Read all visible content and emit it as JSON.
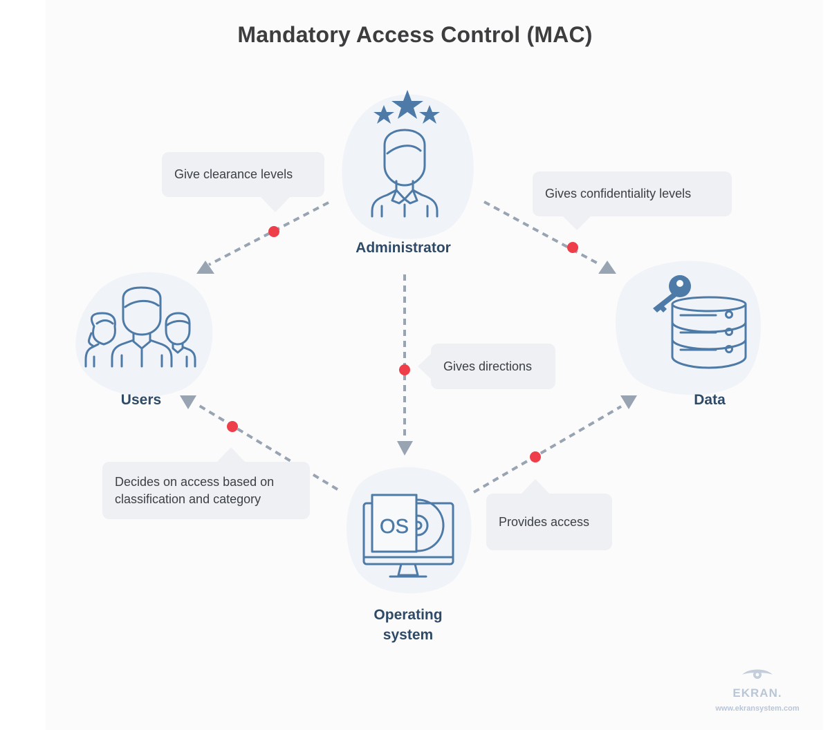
{
  "title": "Mandatory Access Control (MAC)",
  "nodes": {
    "administrator": "Administrator",
    "users": "Users",
    "data": "Data",
    "os": "Operating system",
    "os_line1": "Operating",
    "os_line2": "system",
    "os_screen_text": "OS"
  },
  "edges": {
    "admin_to_users": "Give clearance levels",
    "admin_to_data": "Gives confidentiality levels",
    "admin_to_os": "Gives directions",
    "os_to_users_line1": "Decides on access based on",
    "os_to_users_line2": "classification and category",
    "os_to_data": "Provides access"
  },
  "brand": {
    "name": "EKRAN.",
    "url": "www.ekransystem.com"
  },
  "colors": {
    "icon": "#4d7aa6",
    "star": "#4d7aa6",
    "dot": "#ee3e4a",
    "line": "#98a4b2",
    "bubble": "#eef0f3",
    "blob": "#f0f3f7",
    "label": "#2f4a66"
  }
}
